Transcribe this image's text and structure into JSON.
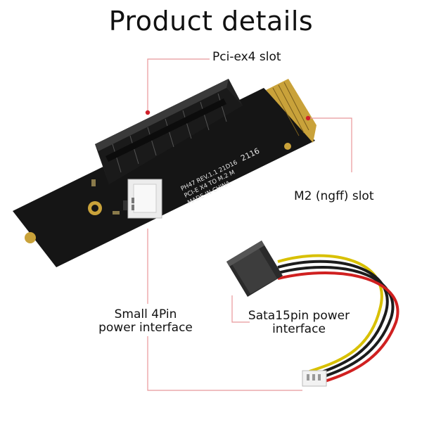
{
  "title": "Product details",
  "labels": {
    "pcie_slot": "Pci-ex4 slot",
    "m2_slot": "M2 (ngff) slot",
    "small_power_line1": "Small 4Pin",
    "small_power_line2": "power interface",
    "sata_power_line1": "Sata15pin power",
    "sata_power_line2": "interface"
  },
  "board_silkscreen": {
    "line1": "PH47  REV.1.1  21D16",
    "line2": "PCI-E X4 TO M.2 M",
    "line3": "MADE IN CHINA",
    "code": "2116"
  },
  "colors": {
    "callout_line": "#e8969a",
    "callout_dot": "#d0202a",
    "board": "#151515",
    "gold": "#c9a23a"
  }
}
